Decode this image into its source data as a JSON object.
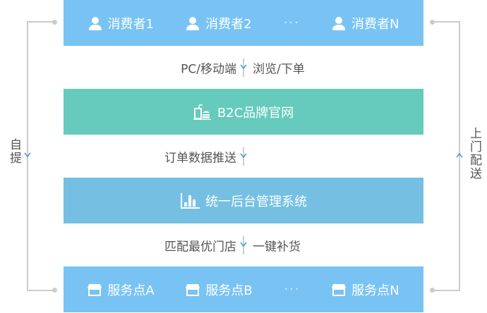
{
  "consumers": {
    "items": [
      "消费者1",
      "消费者2",
      "消费者N"
    ],
    "ellipsis": "···"
  },
  "flow1": {
    "left": "PC/移动端",
    "right": "浏览/下单"
  },
  "brand": {
    "label": "B2C品牌官网"
  },
  "flow2": {
    "left": "订单数据推送"
  },
  "backend": {
    "label": "统一后台管理系统"
  },
  "flow3": {
    "left": "匹配最优门店",
    "right": "一键补货"
  },
  "stores": {
    "items": [
      "服务点A",
      "服务点B",
      "服务点N"
    ],
    "ellipsis": "···"
  },
  "side": {
    "left": "自提",
    "right": "上门配送"
  },
  "colors": {
    "top": "#78c3f4",
    "brand": "#66cabc",
    "backend": "#75c0e2",
    "bottom": "#78c3f4"
  }
}
